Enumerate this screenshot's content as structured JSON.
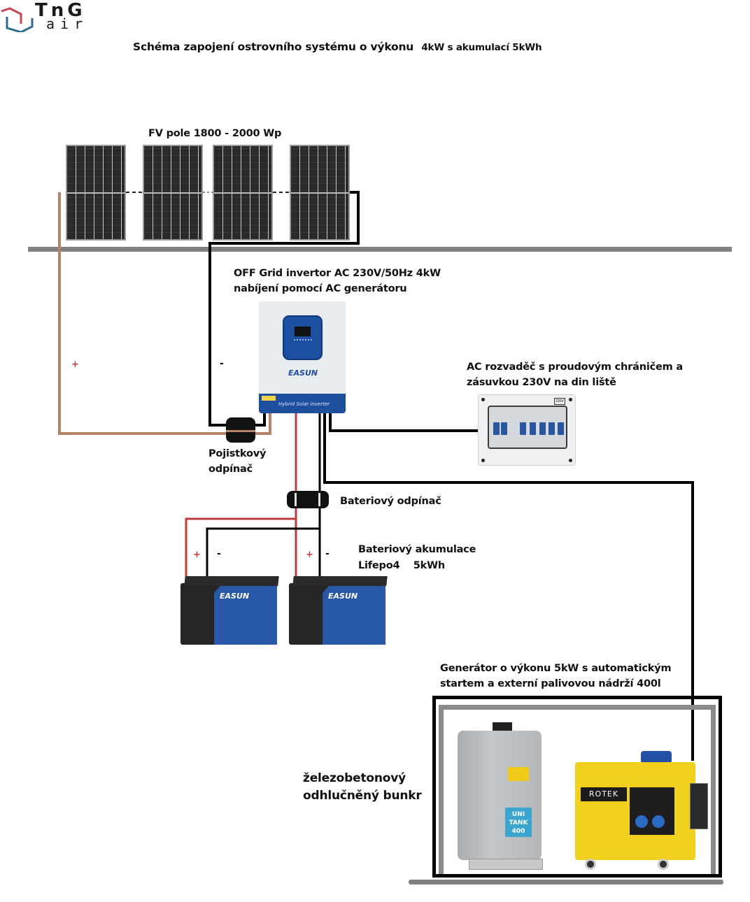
{
  "logo": {
    "brand": "TnG",
    "sub": "air",
    "colors": {
      "red": "#c9444b",
      "blue": "#2d6c8f"
    }
  },
  "title": {
    "main": "Schéma zapojení ostrovního systému o výkonu",
    "suffix": "4kW s akumulací 5kWh"
  },
  "pv": {
    "label": "FV pole 1800 - 2000 Wp",
    "panel_count": 4
  },
  "inverter": {
    "label_line1": "OFF Grid invertor AC 230V/50Hz   4kW",
    "label_line2": "nabíjení pomocí AC generátoru",
    "brand": "EASUN",
    "band_text": "Hybrid Solar inverter"
  },
  "pv_polarity": {
    "plus": "+",
    "minus": "-"
  },
  "fuse": {
    "label_line1": "Pojistkový",
    "label_line2": "odpínač"
  },
  "ac_box": {
    "label_line1": "AC rozvaděč s proudovým chráničem a",
    "label_line2": "zásuvkou 230V na din liště",
    "tag": "230V"
  },
  "battery_switch": {
    "label": "Bateriový odpínač"
  },
  "batteries": {
    "label_line1": "Bateriový akumulace",
    "label_line2": "Lifepo4    5kWh",
    "brand": "EASUN",
    "units": [
      {
        "plus": "+",
        "minus": "-"
      },
      {
        "plus": "+",
        "minus": "-"
      }
    ]
  },
  "generator": {
    "label_line1": "Generátor o výkonu 5kW s automatickým",
    "label_line2": "startem a externí palivovou nádrží 400l",
    "brand": "ROTEK",
    "tank_label": "UNI TANK 400"
  },
  "bunker": {
    "label_line1": "železobetonový",
    "label_line2": "odhlučněný bunkr"
  },
  "colors": {
    "wire_positive_pv": "#b58466",
    "wire_positive_bat": "#c0393b",
    "wire_negative": "#000000",
    "ground": "#808080"
  }
}
